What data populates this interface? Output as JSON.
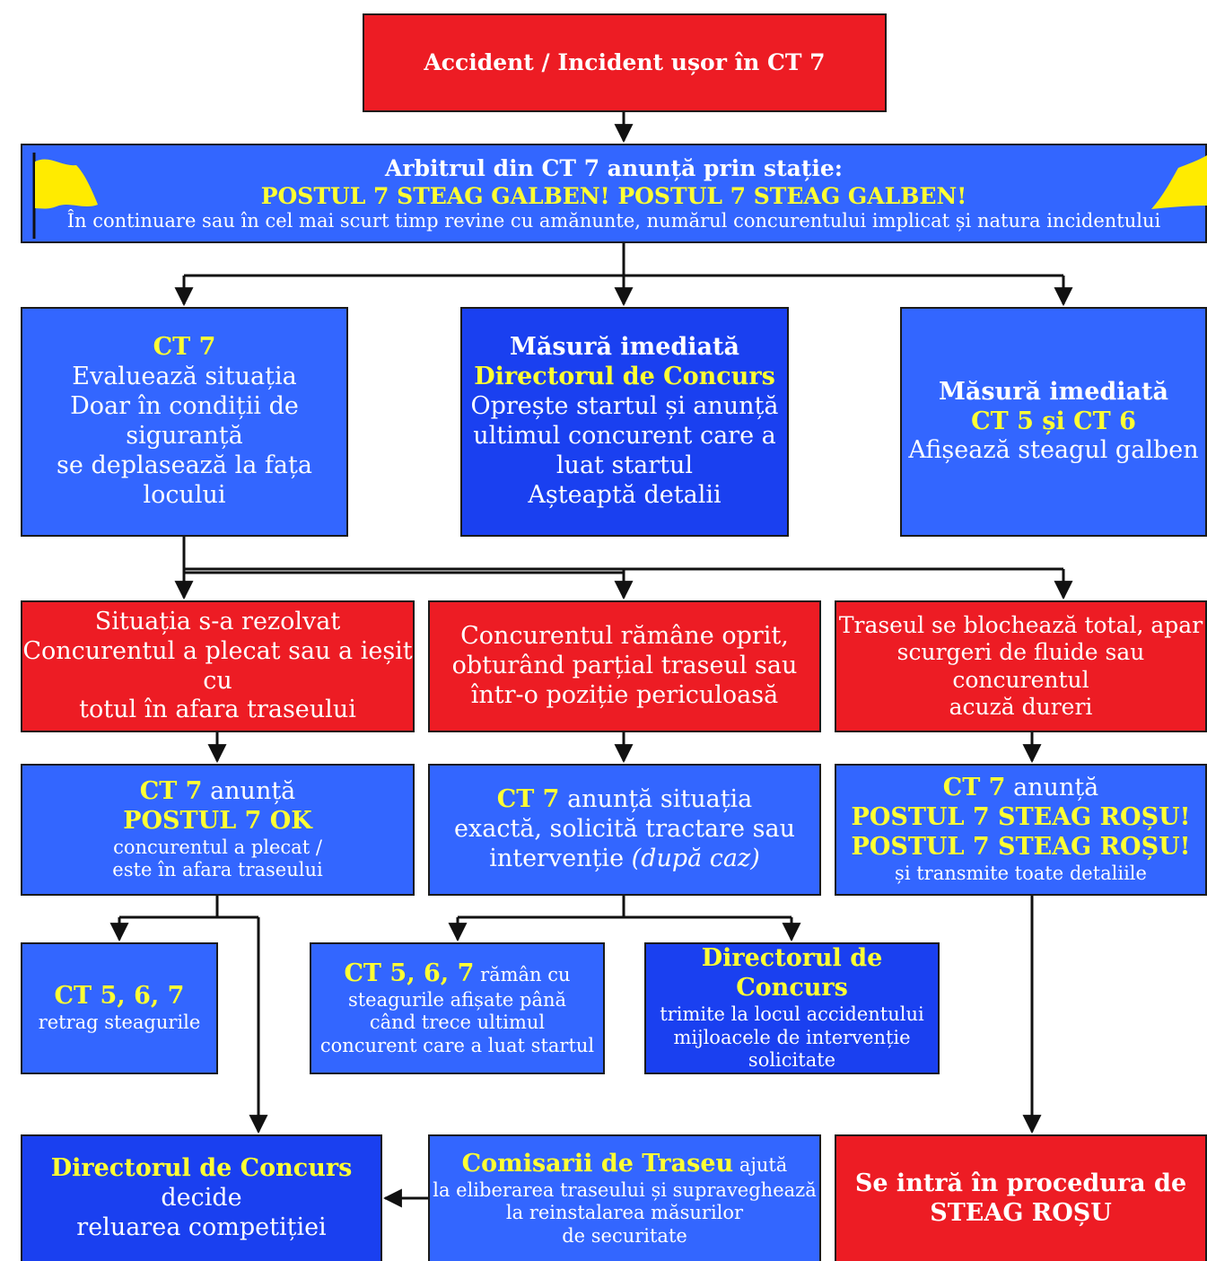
{
  "colors": {
    "red": "#ed1c24",
    "blue": "#3366ff",
    "dark_blue": "#1a40f0",
    "yellow_text": "#ffff33",
    "flag": "#ffeb00"
  },
  "icons": [
    "yellow-flag-icon"
  ],
  "start": {
    "title": "Accident / Incident ușor în CT 7"
  },
  "announce": {
    "line1": "Arbitrul din CT 7 anunță prin stație:",
    "line2": "POSTUL 7 STEAG GALBEN! POSTUL 7 STEAG GALBEN!",
    "line3": "În continuare sau în cel mai scurt timp revine cu amănunte, numărul concurentului implicat și natura incidentului"
  },
  "ct7_eval": {
    "title": "CT 7",
    "l1": "Evaluează situația",
    "l2": "Doar în condiții de siguranță",
    "l3": "se deplasează la fața locului"
  },
  "measure_director": {
    "title": "Măsură imediată",
    "who": "Directorul de Concurs",
    "l1": "Oprește startul și anunță",
    "l2": "ultimul concurent care a",
    "l3": "luat startul",
    "l4": "Așteaptă detalii"
  },
  "measure_ct56": {
    "title": "Măsură imediată",
    "who": "CT 5 și CT 6",
    "l1": "Afișează steagul galben"
  },
  "case_resolved": {
    "l1": "Situația s-a rezolvat",
    "l2": "Concurentul a plecat sau a ieșit cu",
    "l3": "totul în afara traseului"
  },
  "case_stopped": {
    "l1": "Concurentul rămâne oprit,",
    "l2": "obturând parțial traseul sau",
    "l3": "într-o poziție periculoasă"
  },
  "case_blocked": {
    "l1": "Traseul se blochează total, apar",
    "l2": "scurgeri de fluide sau concurentul",
    "l3": "acuză dureri"
  },
  "announce_ok": {
    "who": "CT 7",
    "verb": " anunță",
    "signal": "POSTUL 7 OK",
    "l1": "concurentul a plecat /",
    "l2": "este în afara traseului"
  },
  "announce_situation": {
    "who": "CT 7",
    "verb": " anunță situația",
    "l1": "exactă, solicită tractare sau",
    "l2": "intervenție ",
    "l2_italic": "(după caz)"
  },
  "announce_red": {
    "who": "CT 7",
    "verb": " anunță",
    "signal1": "POSTUL 7 STEAG ROȘU!",
    "signal2": "POSTUL 7 STEAG ROȘU!",
    "l1": "și transmite toate detaliile"
  },
  "retract": {
    "who": "CT 5, 6, 7",
    "l1": "retrag steagurile"
  },
  "flags_kept": {
    "who": "CT 5, 6, 7",
    "verb": " rămân cu",
    "l1": "steagurile afișate până",
    "l2": "când trece ultimul",
    "l3": "concurent care a luat startul"
  },
  "director_send": {
    "who": "Directorul de Concurs",
    "l1": "trimite la locul accidentului",
    "l2": "mijloacele de intervenție",
    "l3": "solicitate"
  },
  "director_resume": {
    "who": "Directorul de Concurs",
    "verb": " decide",
    "l1": "reluarea competiției"
  },
  "commissioners": {
    "who": "Comisarii de Traseu",
    "verb": " ajută",
    "l1": "la eliberarea traseului și supraveghează",
    "l2": "la reinstalarea măsurilor",
    "l3": "de securitate"
  },
  "red_procedure": {
    "l1": "Se intră în procedura de",
    "l2": "STEAG ROȘU"
  }
}
